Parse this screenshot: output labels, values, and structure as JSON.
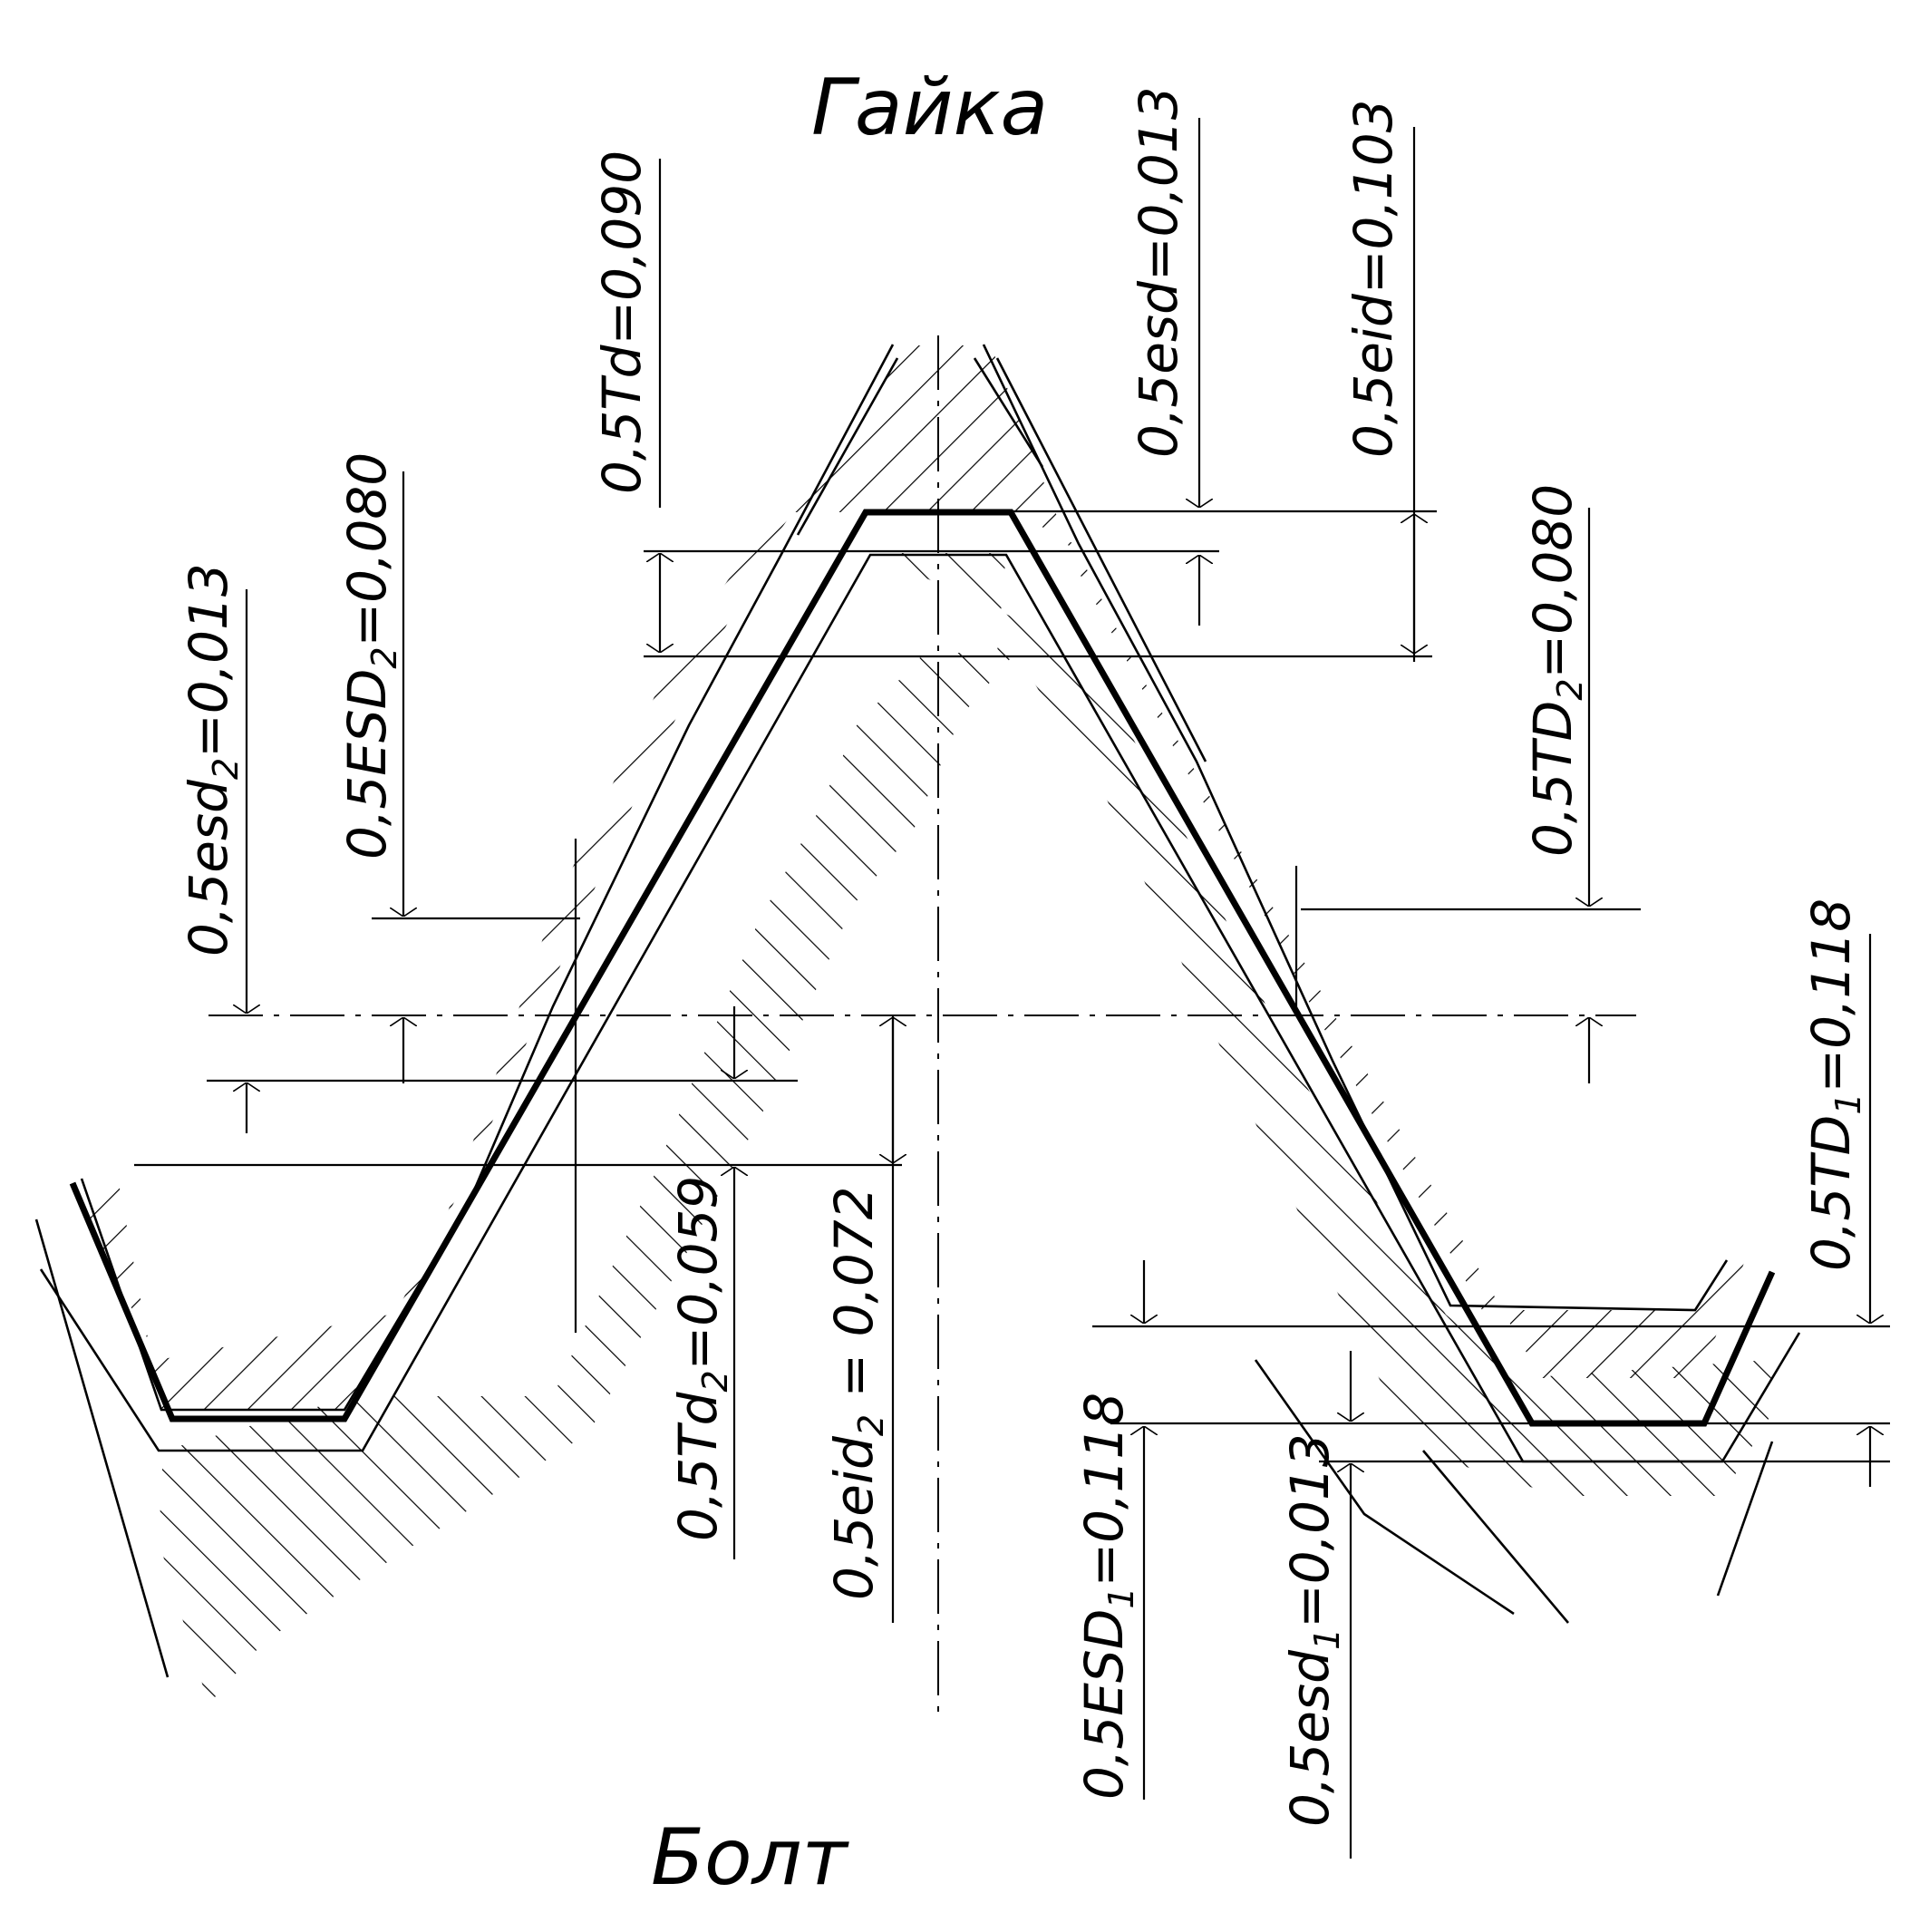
{
  "titles": {
    "nut": "Гайка",
    "bolt": "Болт"
  },
  "labels": {
    "Td": {
      "pre": "0,5Td=0,090",
      "sub": "",
      "post": ""
    },
    "esd": {
      "pre": "0,5esd=0,013",
      "sub": "",
      "post": ""
    },
    "eid": {
      "pre": "0,5eid=0,103",
      "sub": "",
      "post": ""
    },
    "esd2": {
      "pre": "0,5esd",
      "sub": "2",
      "post": "=0,013"
    },
    "ESD2": {
      "pre": "0,5ESD",
      "sub": "2",
      "post": "=0,080"
    },
    "TD2": {
      "pre": "0,5TD",
      "sub": "2",
      "post": "=0,080"
    },
    "Td2": {
      "pre": "0,5Td",
      "sub": "2",
      "post": "=0,059"
    },
    "eid2": {
      "pre": "0,5eid",
      "sub": "2",
      "post": " = 0,072"
    },
    "TD1": {
      "pre": "0,5TD",
      "sub": "1",
      "post": "=0,118"
    },
    "ESD1": {
      "pre": "0,5ESD",
      "sub": "1",
      "post": "=0,118"
    },
    "esd1": {
      "pre": "0,5esd",
      "sub": "1",
      "post": "=0,013"
    }
  },
  "colors": {
    "ink": "#000000",
    "paper": "#ffffff"
  }
}
